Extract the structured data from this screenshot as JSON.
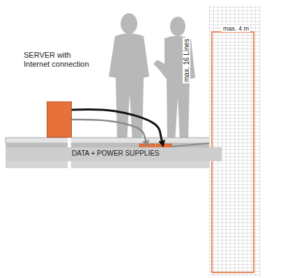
{
  "diagram": {
    "nodes": [
      {
        "text": [
          "SERVER with Internet connection"
        ]
      },
      {
        "text": [
          "DATA + POWER SUPPLIES"
        ]
      }
    ],
    "edges": [
      {
        "from": 0,
        "to": 1,
        "arrow": "to"
      },
      {
        "from": 0,
        "to": 1,
        "arrow": "to"
      }
    ],
    "labels": [
      "max. 4 m",
      "max. 16 Lines"
    ]
  }
}
